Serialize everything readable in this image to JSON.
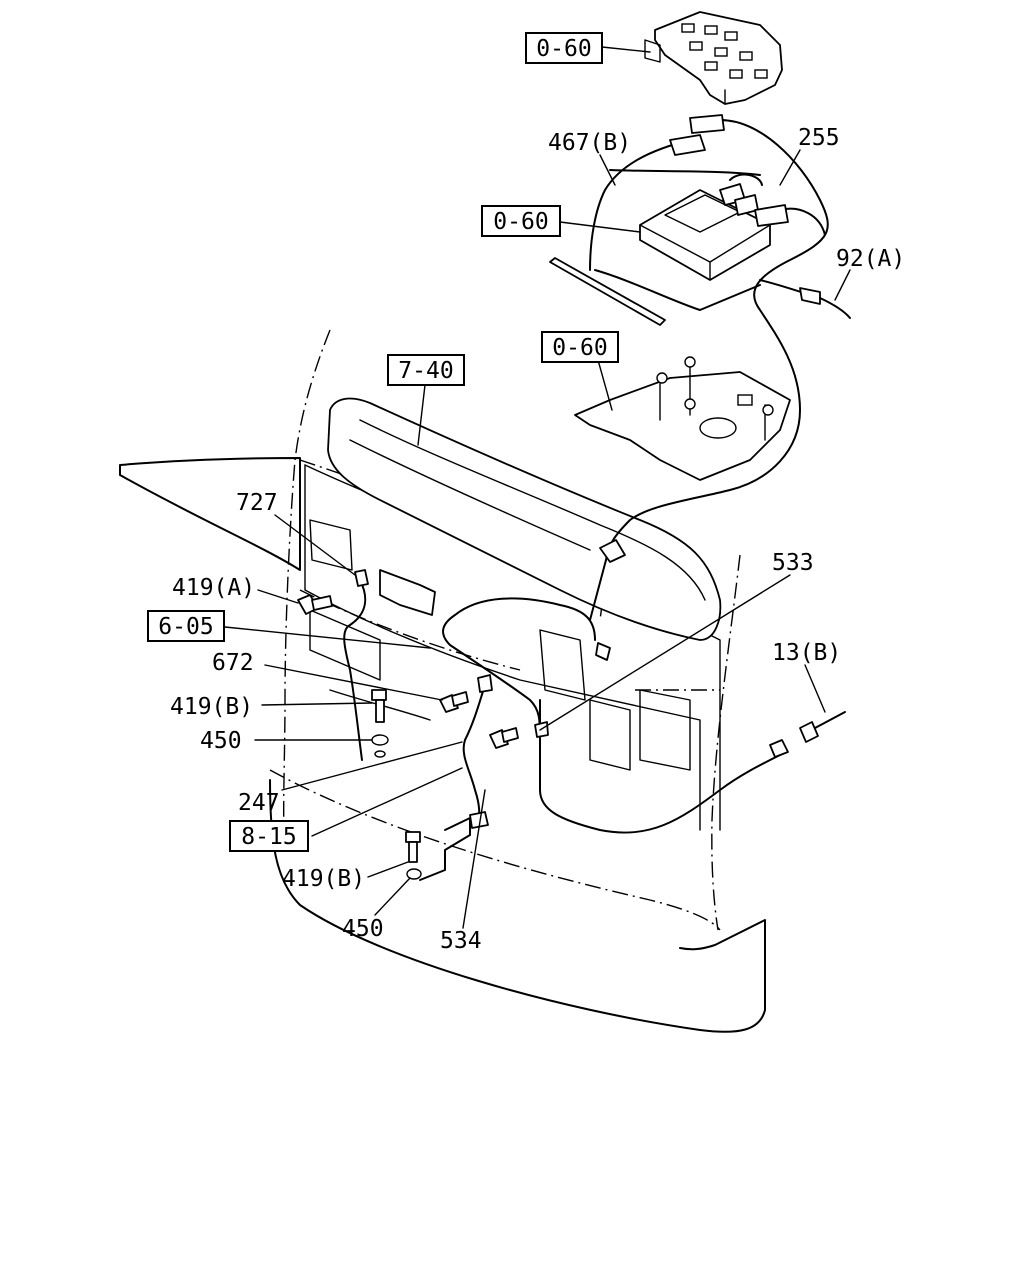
{
  "labels": {
    "ref_060_top": "0-60",
    "ref_060_mid": "0-60",
    "ref_060_bracket": "0-60",
    "ref_740": "7-40",
    "ref_605": "6-05",
    "ref_815": "8-15",
    "p467b": "467(B)",
    "p255": "255",
    "p92a": "92(A)",
    "p727": "727",
    "p419a": "419(A)",
    "p533": "533",
    "p672": "672",
    "p13b": "13(B)",
    "p419b_1": "419(B)",
    "p450_1": "450",
    "p247": "247",
    "p419b_2": "419(B)",
    "p450_2": "450",
    "p534": "534"
  }
}
